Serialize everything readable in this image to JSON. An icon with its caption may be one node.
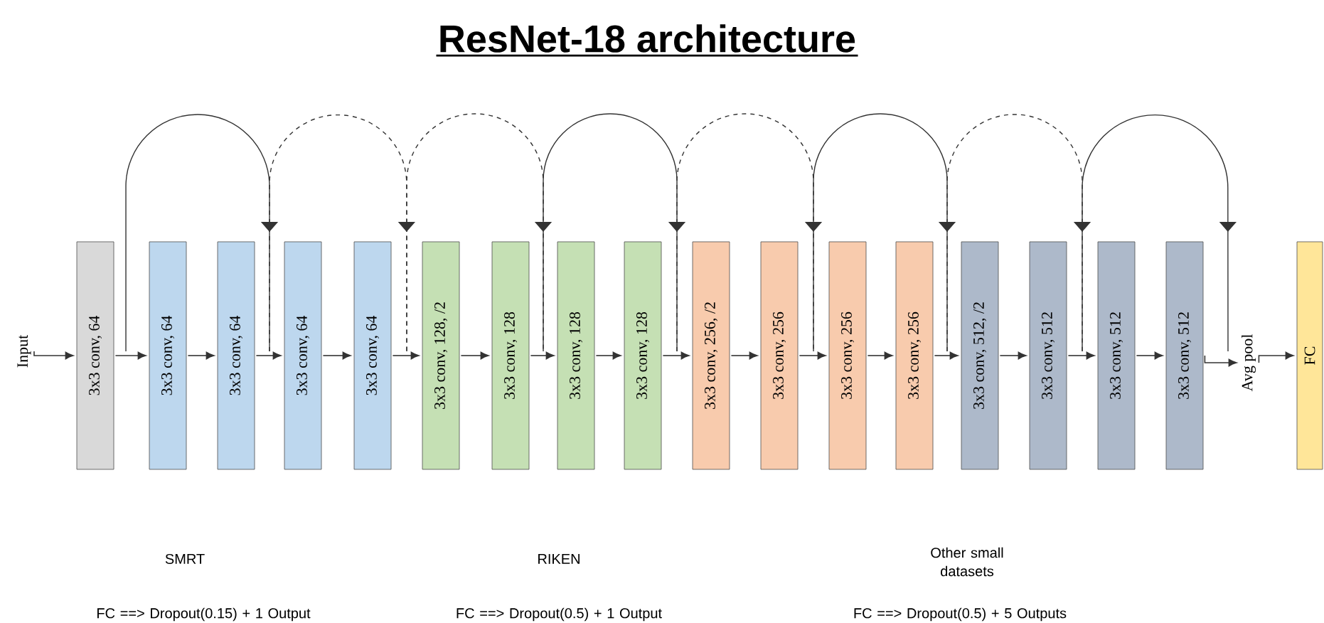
{
  "diagram": {
    "title": "ResNet-18 architecture",
    "nodes": [
      {
        "text": [
          "Input"
        ]
      },
      {
        "text": [
          "3x3 conv, 64"
        ]
      },
      {
        "text": [
          "3x3 conv, 64"
        ]
      },
      {
        "text": [
          "3x3 conv, 64"
        ]
      },
      {
        "text": [
          "3x3 conv, 64"
        ]
      },
      {
        "text": [
          "3x3 conv, 64"
        ]
      },
      {
        "text": [
          "3x3 conv, 128, /2"
        ]
      },
      {
        "text": [
          "3x3 conv, 128"
        ]
      },
      {
        "text": [
          "3x3 conv, 128"
        ]
      },
      {
        "text": [
          "3x3 conv, 128"
        ]
      },
      {
        "text": [
          "3x3 conv, 256, /2"
        ]
      },
      {
        "text": [
          "3x3 conv, 256"
        ]
      },
      {
        "text": [
          "3x3 conv, 256"
        ]
      },
      {
        "text": [
          "3x3 conv, 256"
        ]
      },
      {
        "text": [
          "3x3 conv, 512, /2"
        ]
      },
      {
        "text": [
          "3x3 conv, 512"
        ]
      },
      {
        "text": [
          "3x3 conv, 512"
        ]
      },
      {
        "text": [
          "3x3 conv, 512"
        ]
      },
      {
        "text": [
          "Avg pool"
        ]
      },
      {
        "text": [
          "FC"
        ]
      }
    ],
    "edges": [
      {
        "from": 0,
        "to": 1,
        "arrow": "to"
      },
      {
        "from": 1,
        "to": 2,
        "arrow": "to"
      },
      {
        "from": 2,
        "to": 3,
        "arrow": "to"
      },
      {
        "from": 3,
        "to": 4,
        "arrow": "to"
      },
      {
        "from": 4,
        "to": 5,
        "arrow": "to"
      },
      {
        "from": 5,
        "to": 6,
        "arrow": "to"
      },
      {
        "from": 6,
        "to": 7,
        "arrow": "to"
      },
      {
        "from": 7,
        "to": 8,
        "arrow": "to"
      },
      {
        "from": 8,
        "to": 9,
        "arrow": "to"
      },
      {
        "from": 9,
        "to": 10,
        "arrow": "to"
      },
      {
        "from": 10,
        "to": 11,
        "arrow": "to"
      },
      {
        "from": 11,
        "to": 12,
        "arrow": "to"
      },
      {
        "from": 12,
        "to": 13,
        "arrow": "to"
      },
      {
        "from": 13,
        "to": 14,
        "arrow": "to"
      },
      {
        "from": 14,
        "to": 15,
        "arrow": "to"
      },
      {
        "from": 15,
        "to": 16,
        "arrow": "to"
      },
      {
        "from": 16,
        "to": 17,
        "arrow": "to"
      },
      {
        "from": 17,
        "to": 18,
        "arrow": "to"
      },
      {
        "from": 18,
        "to": 19,
        "arrow": "to"
      },
      {
        "from": 1,
        "to": 4,
        "arrow": "to"
      },
      {
        "from": 3,
        "to": 6,
        "arrow": "to",
        "style": "dashed"
      },
      {
        "from": 5,
        "to": 8,
        "arrow": "to",
        "style": "dashed"
      },
      {
        "from": 7,
        "to": 10,
        "arrow": "to"
      },
      {
        "from": 9,
        "to": 12,
        "arrow": "to",
        "style": "dashed"
      },
      {
        "from": 11,
        "to": 14,
        "arrow": "to"
      },
      {
        "from": 13,
        "to": 16,
        "arrow": "to",
        "style": "dashed"
      },
      {
        "from": 15,
        "to": 18,
        "arrow": "to"
      }
    ],
    "labels": [
      "SMRT",
      "RIKEN",
      "Other small datasets",
      "FC ==> Dropout(0.15) + 1 Output",
      "FC ==> Dropout(0.5) + 1 Output",
      "FC ==> Dropout(0.5) + 5 Outputs"
    ]
  }
}
